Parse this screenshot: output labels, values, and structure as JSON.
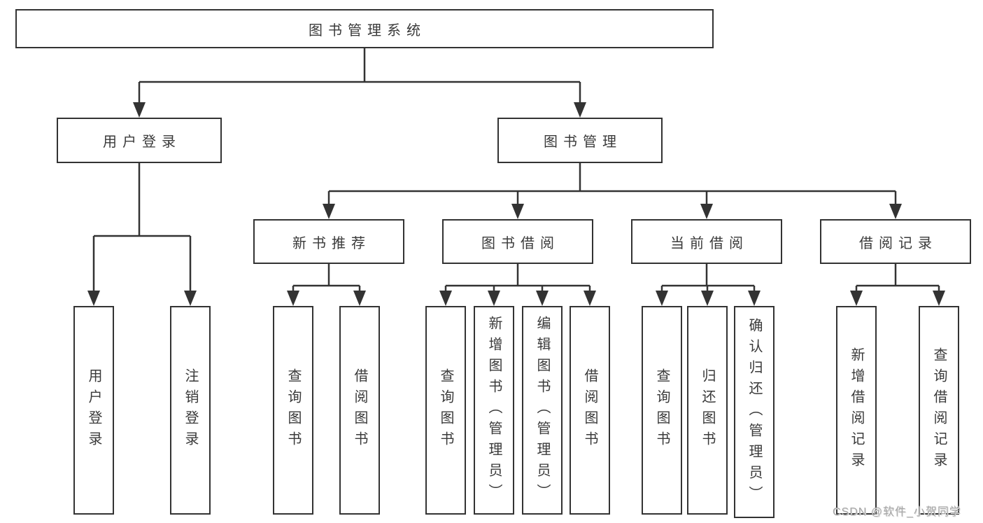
{
  "tree": {
    "root": "图书管理系统",
    "branches": [
      {
        "label": "用户登录",
        "children": [
          "用户登录",
          "注销登录"
        ]
      },
      {
        "label": "图书管理",
        "groups": [
          {
            "label": "新书推荐",
            "children": [
              "查询图书",
              "借阅图书"
            ]
          },
          {
            "label": "图书借阅",
            "children": [
              "查询图书",
              "新增图书（管理员）",
              "编辑图书（管理员）",
              "借阅图书"
            ]
          },
          {
            "label": "当前借阅",
            "children": [
              "查询图书",
              "归还图书",
              "确认归还（管理员）"
            ]
          },
          {
            "label": "借阅记录",
            "children": [
              "新增借阅记录",
              "查询借阅记录"
            ]
          }
        ]
      }
    ]
  },
  "watermark": {
    "text": "CSDN @软件_小贺同学"
  },
  "colors": {
    "line": "#333333",
    "box_border": "#333333",
    "box_fill": "#ffffff",
    "text": "#3a3a3a",
    "watermark": "#a6a6a6",
    "background": "#ffffff"
  }
}
